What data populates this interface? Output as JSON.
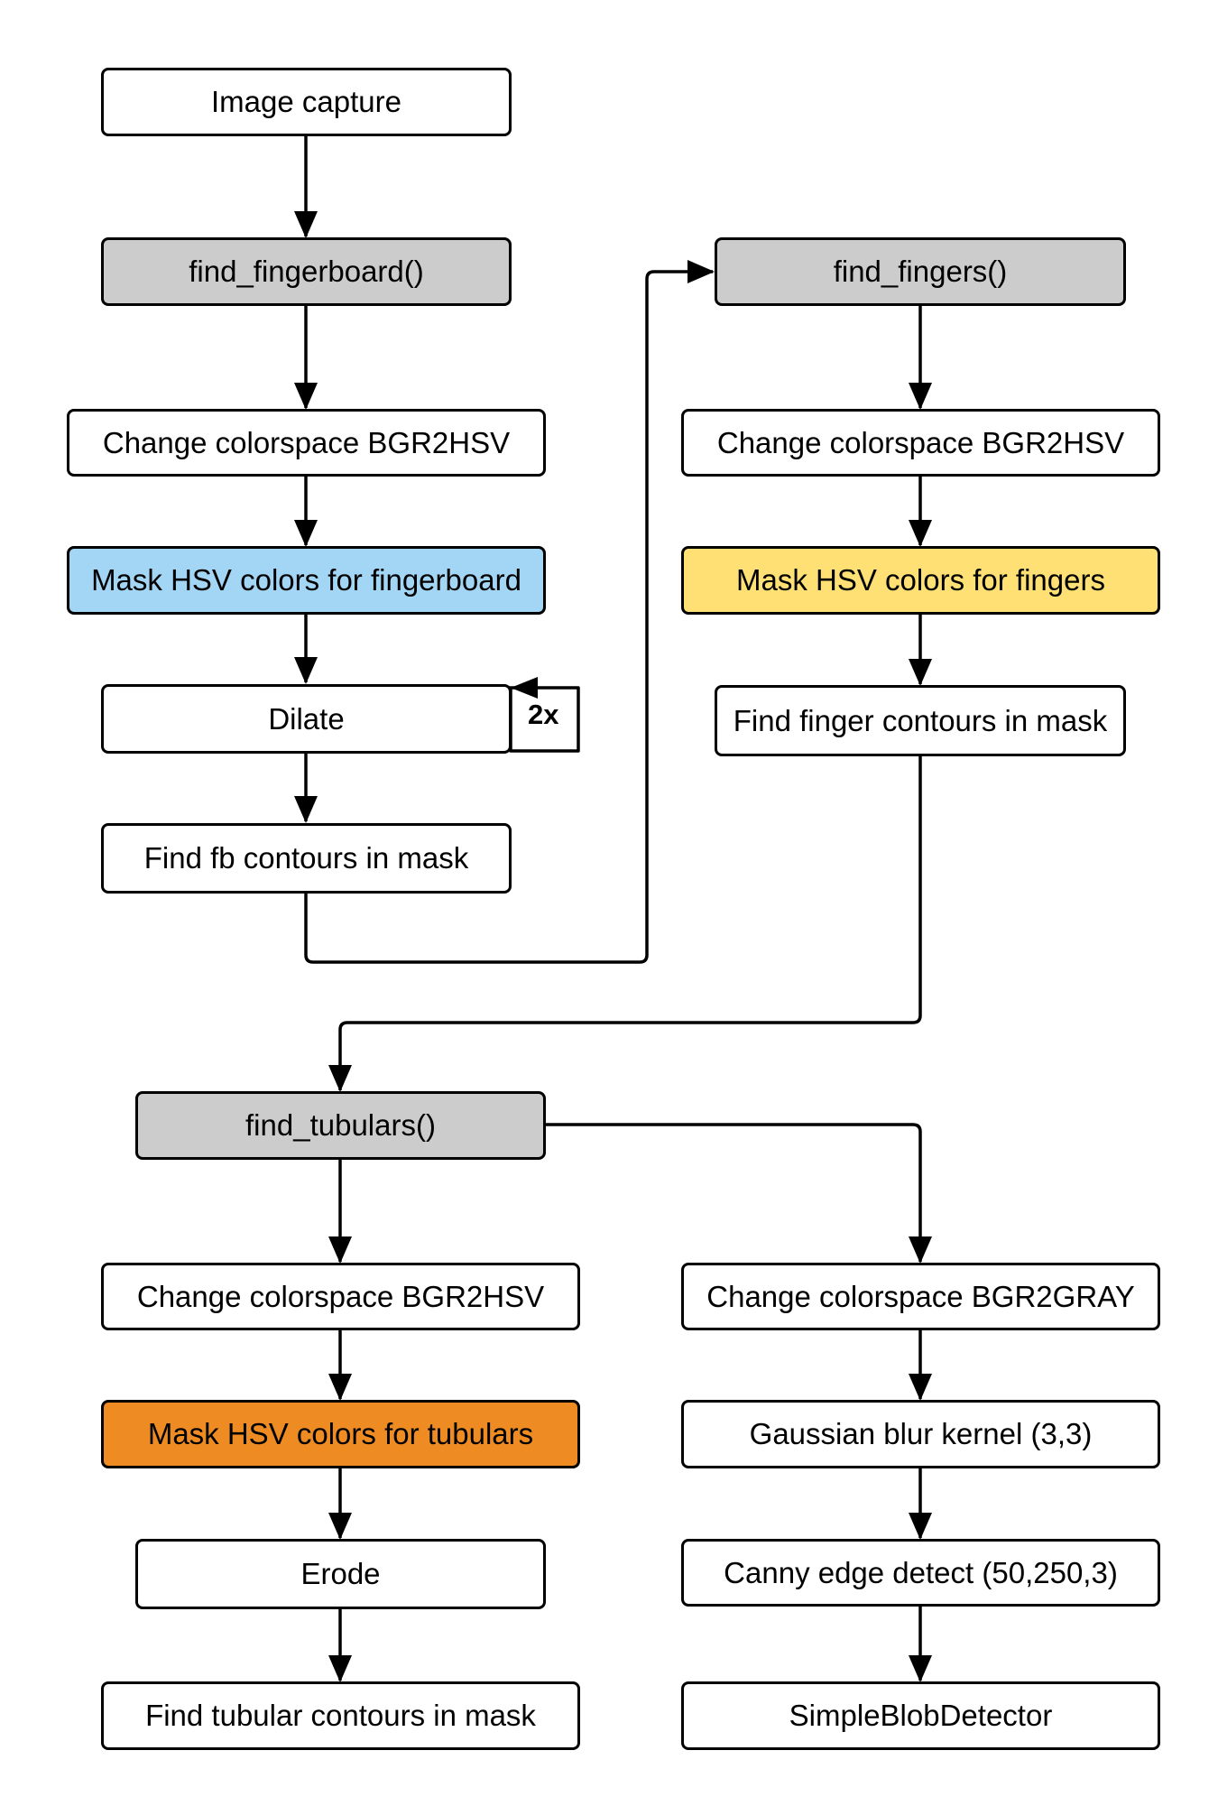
{
  "nodes": {
    "image_capture": "Image capture",
    "find_fingerboard": "find_fingerboard()",
    "fb_colorspace": "Change colorspace BGR2HSV",
    "fb_mask": "Mask HSV colors for fingerboard",
    "dilate": "Dilate",
    "fb_contours": "Find fb contours in mask",
    "find_fingers": "find_fingers()",
    "fi_colorspace": "Change colorspace BGR2HSV",
    "fi_mask": "Mask HSV colors for fingers",
    "fi_contours": "Find finger contours in mask",
    "find_tubulars": "find_tubulars()",
    "tu_colorspace": "Change colorspace BGR2HSV",
    "tu_mask": "Mask HSV colors for tubulars",
    "erode": "Erode",
    "tu_contours": "Find tubular contours in mask",
    "gray_colorspace": "Change colorspace BGR2GRAY",
    "gaussian": "Gaussian blur kernel (3,3)",
    "canny": "Canny edge detect (50,250,3)",
    "blob": "SimpleBlobDetector"
  },
  "dilate_repeat": "2x",
  "colors": {
    "function_fill": "#cccccc",
    "fingerboard_mask_fill": "#a3d5f5",
    "fingers_mask_fill": "#ffe074",
    "tubulars_mask_fill": "#ee8b22",
    "step_fill": "#ffffff",
    "stroke": "#000000"
  }
}
